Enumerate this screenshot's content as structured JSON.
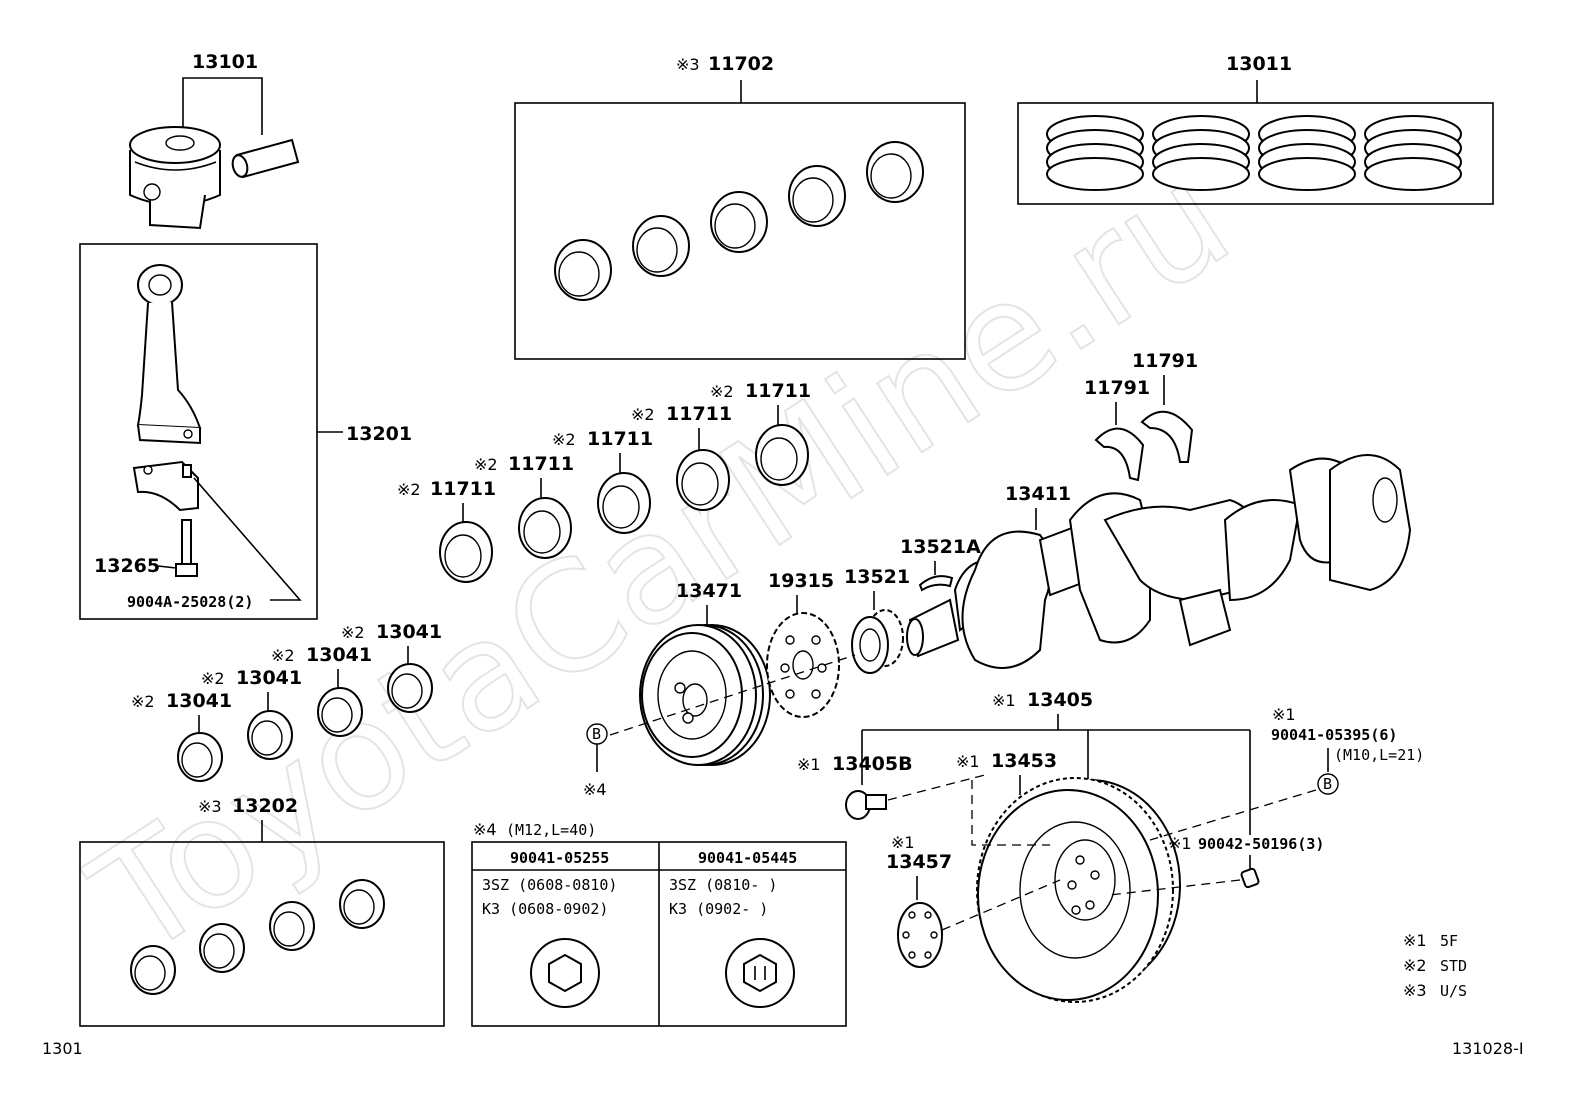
{
  "watermark": "ToyotaCarMine.ru",
  "page_number": "1301",
  "figure_code": "131028-I",
  "parts": {
    "piston": "13101",
    "rod": "13201",
    "rod_bolt": "13265",
    "rod_pin": "9004A-25028(2)",
    "bearing_set": "11702",
    "ring_set": "13011",
    "main_bearing": "11711",
    "thrust_washer": "11791",
    "crankshaft": "13411",
    "key": "13521A",
    "pulley": "13471",
    "sensor_plate": "19315",
    "crank_gear": "13521",
    "rod_bearing": "13041",
    "rod_bearing_us": "13202",
    "flywheel": "13405",
    "flywheel_bolt": "13405B",
    "ring_gear": "13453",
    "plate": "13457",
    "fly_bolts": "90041-05395(6)",
    "fly_bolts_spec": "(M10,L=21)",
    "pilot_pin": "90042-50196(3)"
  },
  "marks": {
    "m1": "※1",
    "m2": "※2",
    "m3": "※3",
    "m4": "※4",
    "callout_b": "B"
  },
  "bolt_table": {
    "spec": "(M12,L=40)",
    "columns": [
      {
        "part": "90041-05255",
        "line1": "3SZ (0608-0810)",
        "line2": "K3  (0608-0902)"
      },
      {
        "part": "90041-05445",
        "line1": "3SZ (0810-     )",
        "line2": "K3  (0902-     )"
      }
    ]
  },
  "legend": [
    {
      "mark": "※1",
      "text": "5F"
    },
    {
      "mark": "※2",
      "text": "STD"
    },
    {
      "mark": "※3",
      "text": "U/S"
    }
  ]
}
